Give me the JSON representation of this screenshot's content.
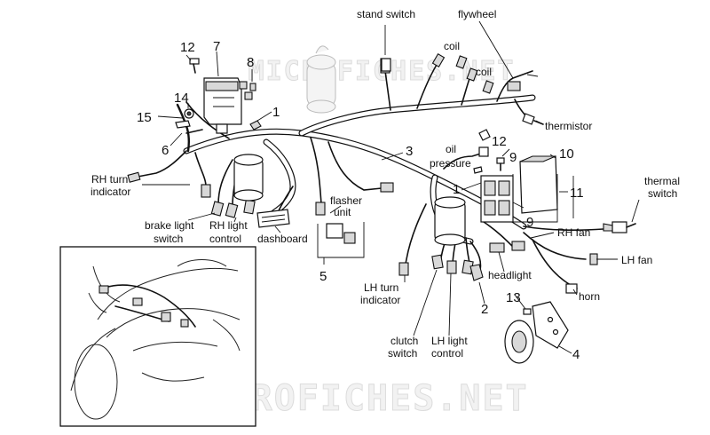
{
  "watermark": "MICROFICHES.NET",
  "labels": {
    "stand_switch": "stand switch",
    "flywheel": "flywheel",
    "coil_upper": "coil",
    "coil_lower": "coil",
    "thermistor": "thermistor",
    "oil": "oil",
    "pressure": "pressure",
    "rh_turn_1": "RH turn",
    "rh_turn_2": "indicator",
    "brake_light_1": "brake light",
    "brake_light_2": "switch",
    "rh_light_1": "RH light",
    "rh_light_2": "control",
    "dashboard": "dashboard",
    "flasher_1": "flasher",
    "flasher_2": "unit",
    "thermal_1": "thermal",
    "thermal_2": "switch",
    "rh_fan": "RH fan",
    "lh_fan": "LH fan",
    "headlight": "headlight",
    "horn": "horn",
    "lh_turn_1": "LH turn",
    "lh_turn_2": "indicator",
    "clutch_1": "clutch",
    "clutch_2": "switch",
    "lh_light_1": "LH light",
    "lh_light_2": "control"
  },
  "callouts": {
    "n12a": "12",
    "n7": "7",
    "n8": "8",
    "n14": "14",
    "n15": "15",
    "n6": "6",
    "n1a": "1",
    "n3": "3",
    "n12b": "12",
    "n9a": "9",
    "n10": "10",
    "n1b": "1",
    "n11": "11",
    "n9b": "9",
    "n5": "5",
    "n2": "2",
    "n13": "13",
    "n4": "4"
  }
}
